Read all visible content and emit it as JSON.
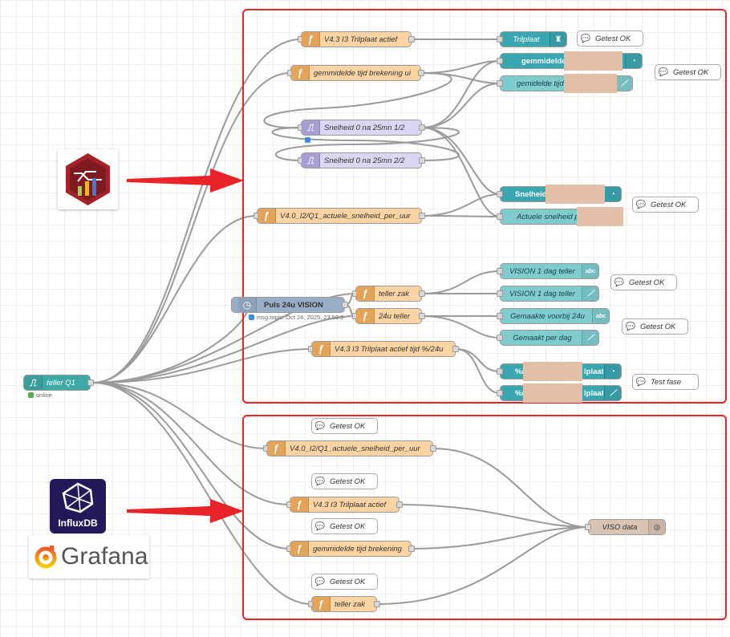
{
  "colors": {
    "function": "#fcd3a2",
    "function_icon": "#e3a45a",
    "dashboard_dark": "#3aa6b0",
    "dashboard_light": "#7fcccf",
    "subflow": "#dcd6f2",
    "input": "#3fa9a6",
    "trigger": "#9aadc7",
    "database": "#d9c3b3",
    "group_border": "#e8232a",
    "wire": "#9a9a9a",
    "mask": "#e2c0a8",
    "status_green": "#4caf50",
    "status_blue": "#3c8ad8"
  },
  "flow": {
    "input": {
      "label": "teller Q1",
      "status": "online",
      "icon": "pulse-icon"
    },
    "trigger": {
      "label": "Puls 24u VISION",
      "status": "msg.topic: Oct 24, 2025, 23:59:5"
    },
    "upper": {
      "functions": [
        "V4.3 I3 Trilplaat actief",
        "gemmidelde tijd brekening ui",
        "V4.0_I2/Q1_actuele_snelheid_per_uur",
        "teller zak",
        "24u teller",
        "V4.3 I3 Trilplaat actief tijd %/24u"
      ],
      "subflows": [
        "Snelheid 0 na 25mn 1/2",
        "Snelheid 0 na 25mn 2/2"
      ],
      "dashboard": {
        "trilplaat": "Trilplaat",
        "gemmidelde": "gemmidelde",
        "gemidelde_tijd": "gemidelde tijd",
        "snelheid": "Snelheid",
        "actuele_snelheid": "Actuele snelheid p",
        "vision_text": "VISION 1 dag teller",
        "vision_chart": "VISION 1 dag teller",
        "gemaakte_voorbij": "Gemaakte voorbij 24u",
        "gemaakt_per_dag": "Gemaakt per dag",
        "pct_gauge_left": "%/2",
        "pct_gauge_right": "lplaat",
        "pct_chart_left": "%/2",
        "pct_chart_right": "lplaat"
      },
      "comments": [
        "Getest OK",
        "Getest OK",
        "Getest OK",
        "Getest OK",
        "Getest OK",
        "Test fase"
      ]
    },
    "lower": {
      "functions": [
        "V4.0_I2/Q1_actuele_snelheid_per_uur",
        "V4.3 I3 Trilplaat actief",
        "gemmidelde tijd brekening",
        "teller zak"
      ],
      "comments": [
        "Getest OK",
        "Getest OK",
        "Getest OK",
        "Getest OK"
      ],
      "database": "VISO data"
    }
  },
  "logos": {
    "influx": "InfluxDB",
    "grafana": "Grafana"
  }
}
